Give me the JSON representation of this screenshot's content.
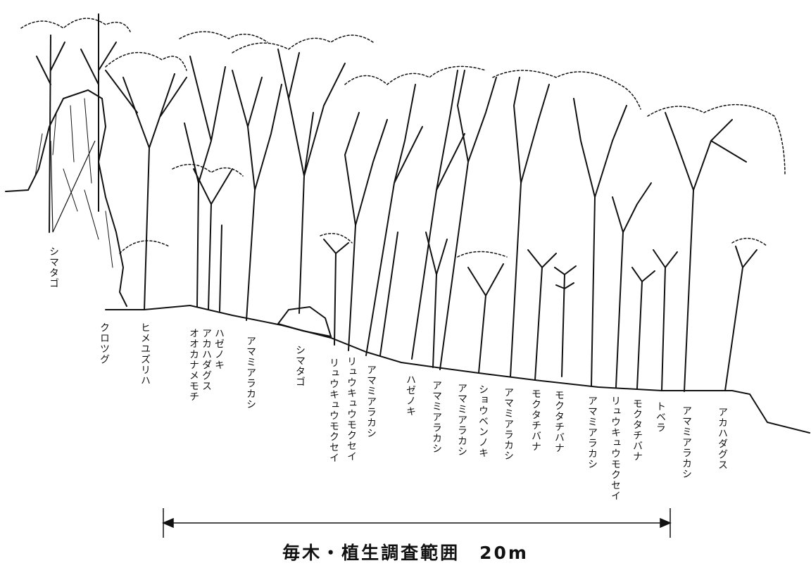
{
  "figure": {
    "labels": [
      {
        "id": "shimatago-1",
        "text": "シマタゴ"
      },
      {
        "id": "kurotsugu",
        "text": "クロツグ"
      },
      {
        "id": "himeyuzuriha",
        "text": "ヒメユズリハ"
      },
      {
        "id": "group-1a",
        "text": "ハゼノキ"
      },
      {
        "id": "group-1b",
        "text": "アカハダグス"
      },
      {
        "id": "group-1c",
        "text": "オオカナメモチ"
      },
      {
        "id": "amamiarakashi-1",
        "text": "アマミアラカシ"
      },
      {
        "id": "shimatago-2",
        "text": "シマタゴ"
      },
      {
        "id": "ryukyumokusei-1",
        "text": "リュウキュウモクセイ"
      },
      {
        "id": "ryukyumokusei-2",
        "text": "リュウキュウモクセイ"
      },
      {
        "id": "amamiarakashi-2",
        "text": "アマミアラカシ"
      },
      {
        "id": "hazenoki-2",
        "text": "ハゼノキ"
      },
      {
        "id": "amamiarakashi-3",
        "text": "アマミアラカシ"
      },
      {
        "id": "amamiarakashi-4",
        "text": "アマミアラカシ"
      },
      {
        "id": "shobennoki",
        "text": "ショウベンノキ"
      },
      {
        "id": "amamiarakashi-5",
        "text": "アマミアラカシ"
      },
      {
        "id": "mokutachibana-1",
        "text": "モクタチバナ"
      },
      {
        "id": "mokutachibana-2",
        "text": "モクタチバナ"
      },
      {
        "id": "amamiarakashi-6",
        "text": "アマミアラカシ"
      },
      {
        "id": "ryukyumokusei-3",
        "text": "リュウキュウモクセイ"
      },
      {
        "id": "mokutachibana-3",
        "text": "モクタチバナ"
      },
      {
        "id": "tobera",
        "text": "トベラ"
      },
      {
        "id": "amamiarakashi-7",
        "text": "アマミアラカシ"
      },
      {
        "id": "akahadagusu-2",
        "text": "アカハダグス"
      }
    ],
    "caption": "毎木・植生調査範囲　20m"
  },
  "colors": {
    "ink": "#111111",
    "background": "#ffffff"
  }
}
